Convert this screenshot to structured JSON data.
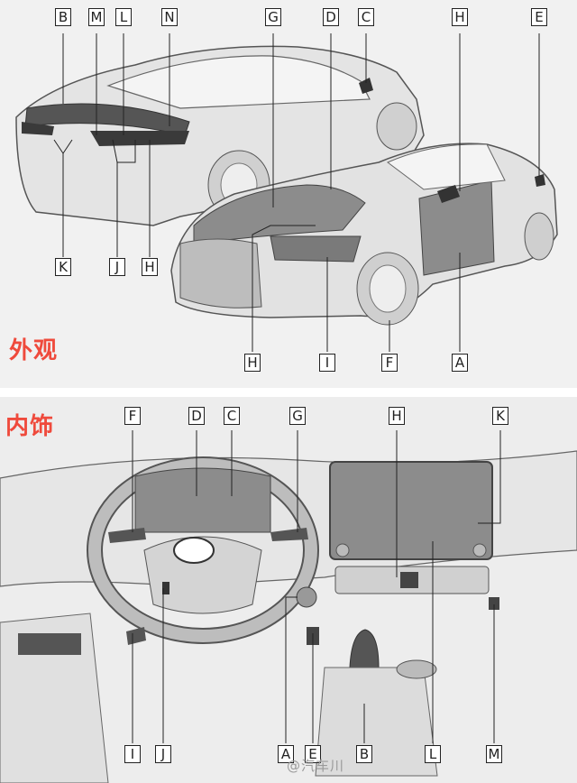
{
  "exterior": {
    "title": "外观",
    "callouts": {
      "B": "B",
      "M": "M",
      "L": "L",
      "N": "N",
      "G": "G",
      "D": "D",
      "C": "C",
      "H": "H",
      "E": "E",
      "K": "K",
      "J": "J",
      "H2": "H",
      "H3": "H",
      "I": "I",
      "F": "F",
      "A": "A"
    }
  },
  "interior": {
    "title": "内饰",
    "callouts": {
      "F": "F",
      "D": "D",
      "C": "C",
      "G": "G",
      "H": "H",
      "K": "K",
      "I": "I",
      "J": "J",
      "A": "A",
      "E": "E",
      "B": "B",
      "L": "L",
      "M": "M"
    }
  },
  "watermark": "@汽车川",
  "colors": {
    "label_red": "#ef4a3c",
    "line": "#222222",
    "body": "#d8d8d8",
    "dark_area": "#8a8a8a"
  }
}
